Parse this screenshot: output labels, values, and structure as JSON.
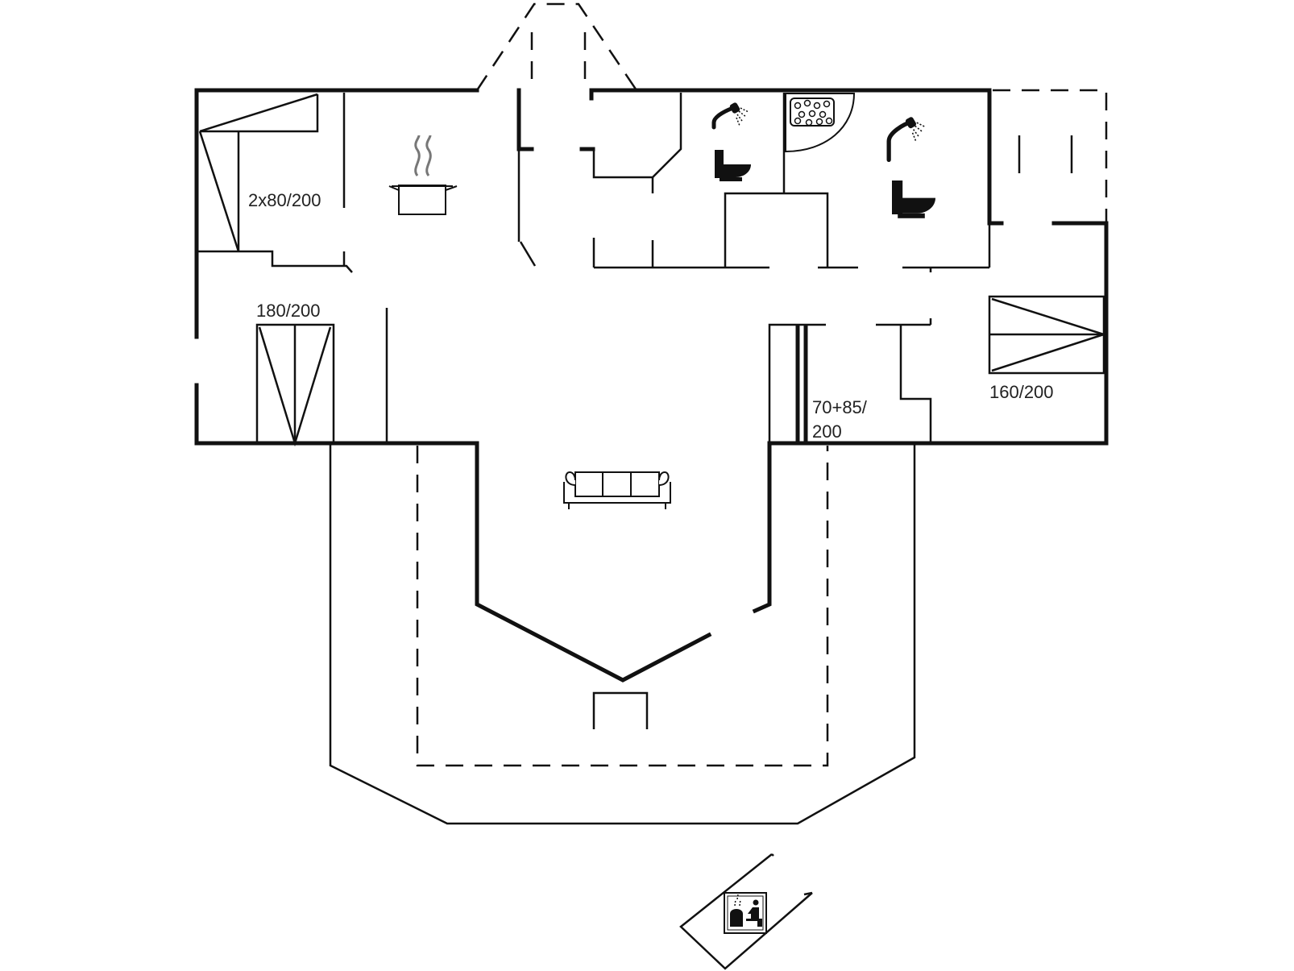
{
  "labels": {
    "bed_bunk": "2x80/200",
    "bed_double_left": "180/200",
    "bed_double_right": "160/200",
    "bed_single_line1": "70+85/",
    "bed_single_line2": "200"
  },
  "colors": {
    "wall": "#111111",
    "background": "#ffffff"
  },
  "icons": [
    "cooking-pot-icon",
    "shower-icon",
    "toilet-icon",
    "whirlpool-icon",
    "sofa-icon",
    "sauna-icon"
  ]
}
